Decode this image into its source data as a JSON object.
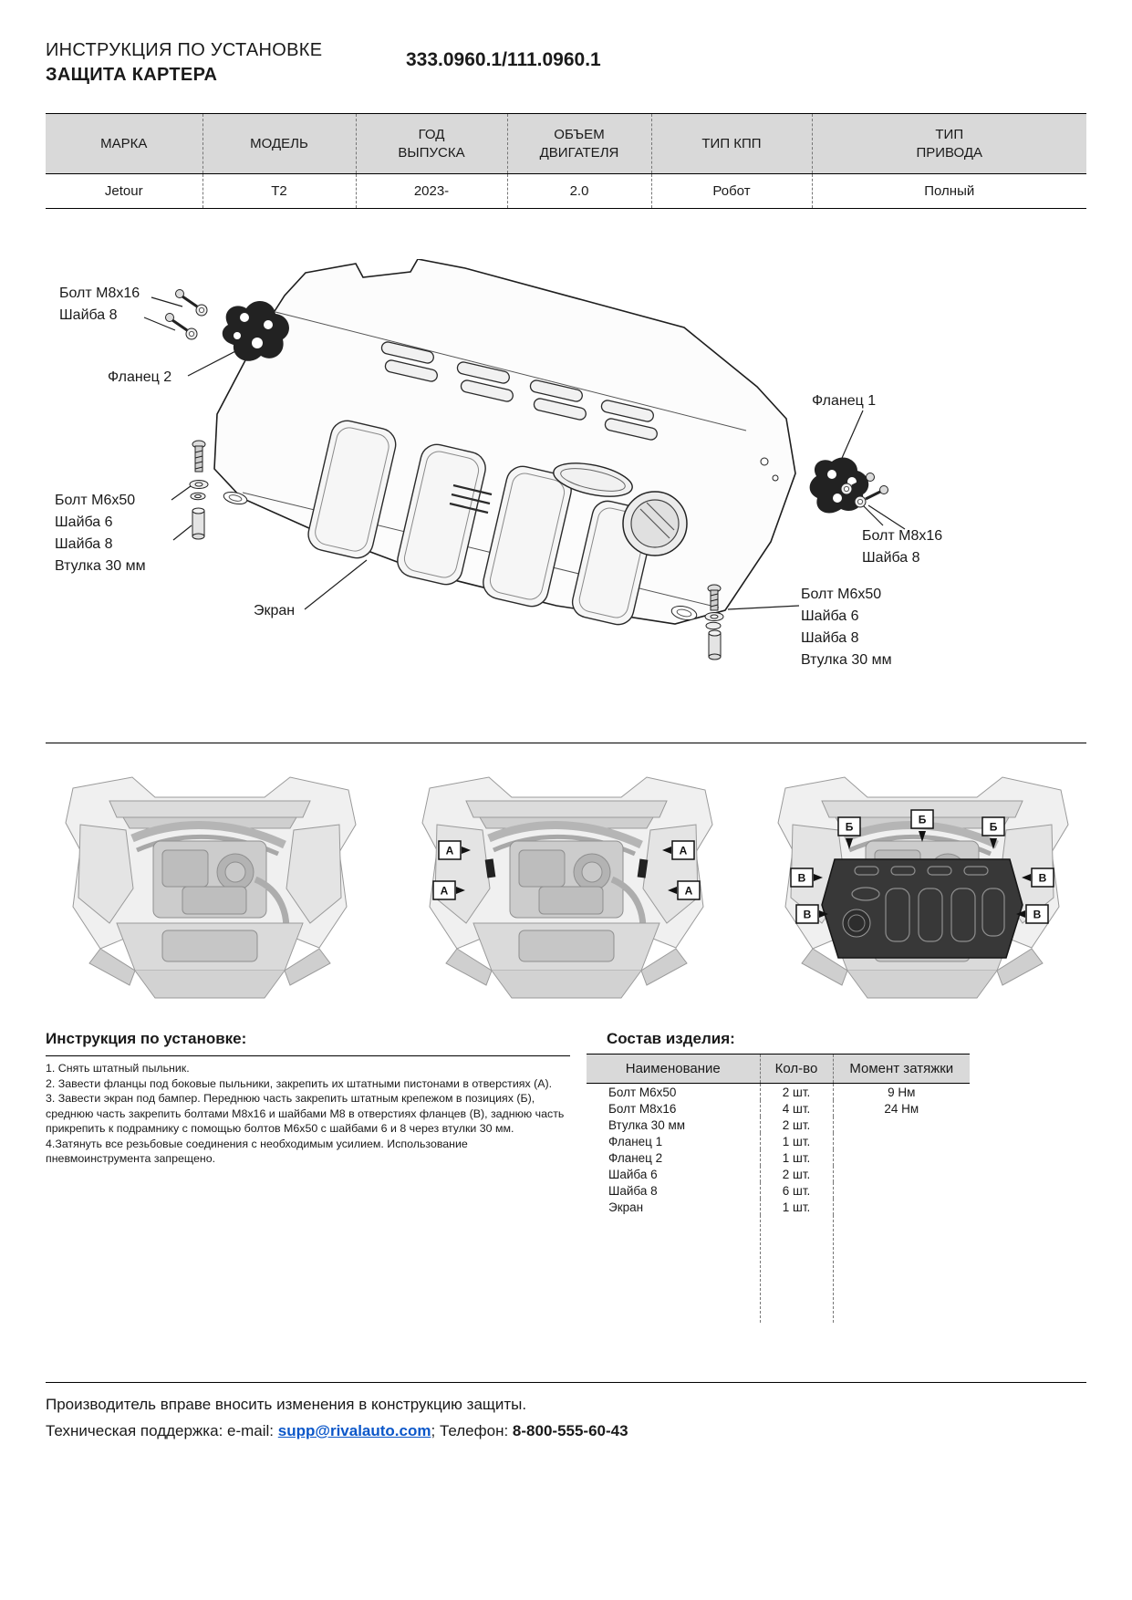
{
  "colors": {
    "table_header_bg": "#d9d9d9",
    "link_blue": "#0b57c9",
    "text": "#1a1a1a"
  },
  "header": {
    "title_line1": "ИНСТРУКЦИЯ ПО УСТАНОВКЕ",
    "title_line2": "ЗАЩИТА КАРТЕРА",
    "part_number": "333.0960.1/111.0960.1"
  },
  "spec_table": {
    "headers": [
      "МАРКА",
      "МОДЕЛЬ",
      "ГОД\nВЫПУСКА",
      "ОБЪЕМ\nДВИГАТЕЛЯ",
      "ТИП КПП",
      "ТИП\nПРИВОДА"
    ],
    "row": [
      "Jetour",
      "T2",
      "2023-",
      "2.0",
      "Робот",
      "Полный"
    ]
  },
  "diagram": {
    "callouts": {
      "bolt_m8_left": "Болт М8х16\nШайба 8",
      "flange2": "Фланец 2",
      "bolt_m6_left": "Болт М6х50\nШайба 6\nШайба 8\nВтулка 30 мм",
      "screen": "Экран",
      "flange1": "Фланец 1",
      "bolt_m8_right": "Болт М8х16\nШайба 8",
      "bolt_m6_right": "Болт М6х50\nШайба 6\nШайба 8\nВтулка 30 мм"
    }
  },
  "markers": {
    "a": "А",
    "b": "Б",
    "v": "В"
  },
  "instructions": {
    "heading": "Инструкция по установке:",
    "steps": [
      "1. Снять штатный пыльник.",
      "2. Завести фланцы под боковые пыльники, закрепить их штатными пистонами в отверстиях (А).",
      "3. Завести экран под бампер. Переднюю часть закрепить штатным крепежом в позициях (Б), среднюю часть закрепить болтами М8х16 и шайбами М8 в отверстиях фланцев (В), заднюю часть прикрепить к подрамнику с помощью болтов М6х50 с шайбами 6 и 8 через втулки 30 мм.",
      "4.Затянуть все резьбовые соединения с необходимым усилием. Использование пневмоинструмента запрещено."
    ]
  },
  "composition": {
    "heading": "Состав изделия:",
    "headers": [
      "Наименование",
      "Кол-во",
      "Момент затяжки"
    ],
    "rows": [
      {
        "name": "Болт М6х50",
        "qty": "2 шт.",
        "torque": "9 Нм"
      },
      {
        "name": "Болт М8х16",
        "qty": "4 шт.",
        "torque": "24 Нм"
      },
      {
        "name": "Втулка 30 мм",
        "qty": "2 шт.",
        "torque": ""
      },
      {
        "name": "Фланец 1",
        "qty": "1 шт.",
        "torque": ""
      },
      {
        "name": "Фланец 2",
        "qty": "1 шт.",
        "torque": ""
      },
      {
        "name": "Шайба 6",
        "qty": "2 шт.",
        "torque": ""
      },
      {
        "name": "Шайба 8",
        "qty": "6 шт.",
        "torque": ""
      },
      {
        "name": "Экран",
        "qty": "1 шт.",
        "torque": ""
      }
    ]
  },
  "footer": {
    "note": "Производитель вправе вносить изменения в конструкцию защиты.",
    "support_prefix": "Техническая поддержка:  e-mail: ",
    "email": "supp@rivalauto.com",
    "separator": "; ",
    "phone_label": "Телефон: ",
    "phone_number": "8-800-555-60-43"
  }
}
